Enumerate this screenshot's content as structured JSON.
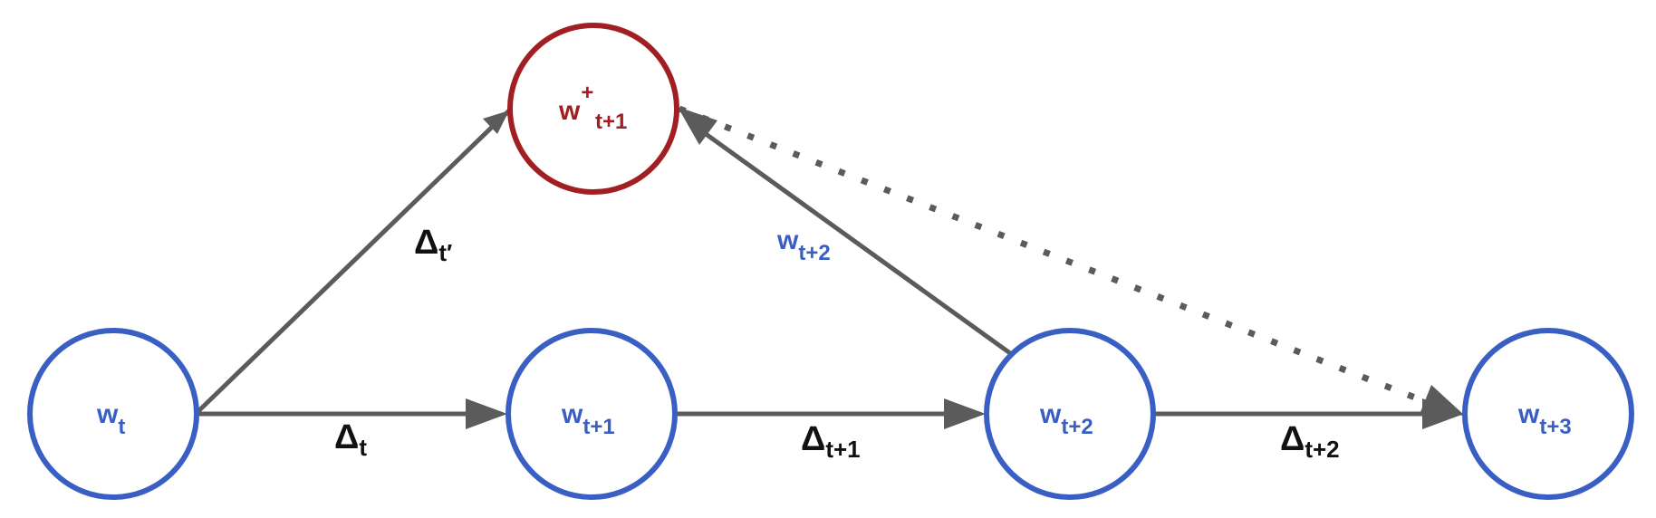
{
  "colors": {
    "node_blue": "#3a5fc4",
    "node_red": "#a11f22",
    "edge": "#5b5b5b",
    "label_dark": "#111111"
  },
  "nodes": {
    "w_t": {
      "base": "w",
      "sub": "t"
    },
    "w_t1": {
      "base": "w",
      "sub": "t+1"
    },
    "w_t2": {
      "base": "w",
      "sub": "t+2"
    },
    "w_t3": {
      "base": "w",
      "sub": "t+3"
    },
    "w_plus_t1": {
      "base": "w",
      "sup": "+",
      "sub": "t+1"
    }
  },
  "edge_labels": {
    "delta_t": {
      "base": "Δ",
      "sub": "t"
    },
    "delta_t1": {
      "base": "Δ",
      "sub": "t+1"
    },
    "delta_t2": {
      "base": "Δ",
      "sub": "t+2"
    },
    "delta_t_prime": {
      "base": "Δ",
      "sub": "t′"
    },
    "w_t2_edge": {
      "base": "w",
      "sub": "t+2"
    }
  }
}
